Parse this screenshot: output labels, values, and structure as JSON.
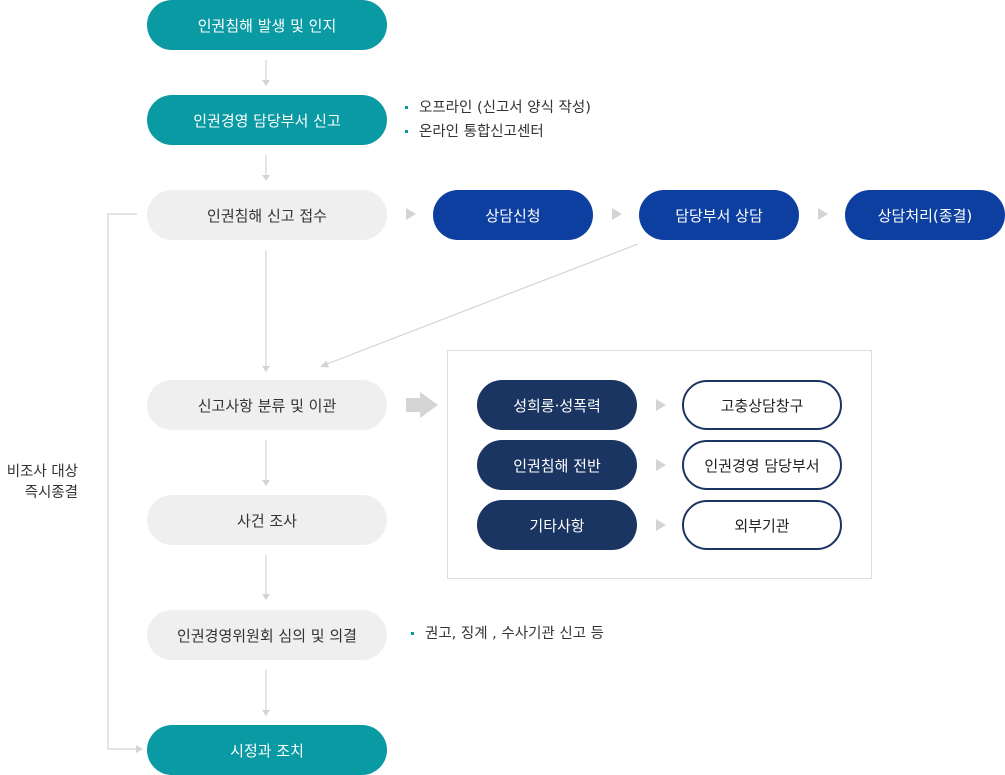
{
  "colors": {
    "teal": "#0a9aa3",
    "gray": "#efefef",
    "blue": "#0d3fa0",
    "navy": "#1b3562",
    "line": "#d4d4d4"
  },
  "steps": {
    "occurrence": "인권침해 발생 및 인지",
    "report": "인권경영 담당부서 신고",
    "receipt": "인권침해 신고 접수",
    "classify": "신고사항 분류 및 이관",
    "investigation": "사건 조사",
    "committee": "인권경영위원회 심의 및 의결",
    "action": "시정과 조치"
  },
  "report_notes": [
    "오프라인 (신고서 양식 작성)",
    "온라인 통합신고센터"
  ],
  "counsel": {
    "apply": "상담신청",
    "department": "담당부서 상담",
    "close": "상담처리(종결)"
  },
  "transfer": {
    "types": [
      "성희롱·성폭력",
      "인권침해 전반",
      "기타사항"
    ],
    "destinations": [
      "고충상담창구",
      "인권경영 담당부서",
      "외부기관"
    ]
  },
  "committee_note": "권고, 징계 , 수사기관 신고 등",
  "side_label": [
    "비조사 대상",
    "즉시종결"
  ],
  "icons": {
    "arrow": "triangle-right-icon",
    "big_arrow": "block-arrow-icon"
  }
}
